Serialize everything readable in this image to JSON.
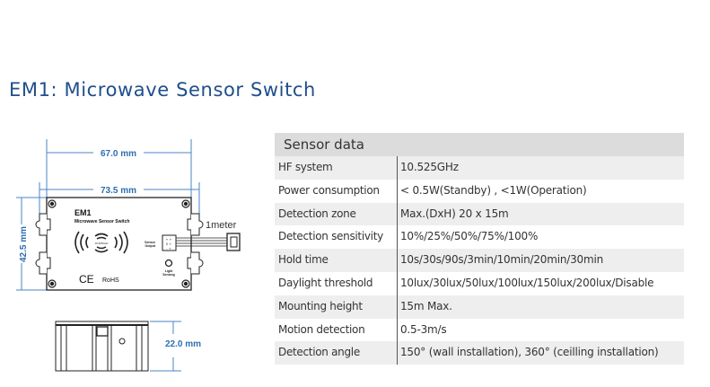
{
  "page": {
    "title": "EM1: Microwave Sensor Switch",
    "title_color": "#1f4e8c"
  },
  "drawing": {
    "dim_width_inner": "67.0 mm",
    "dim_width_outer": "73.5 mm",
    "dim_height": "42.5 mm",
    "dim_depth": "22.0 mm",
    "cable_length": "1meter",
    "device_model": "EM1",
    "device_name": "Microwave Sensor Switch",
    "frequency_label": "10.525GHz",
    "sensor_output_label_1": "Sensor",
    "sensor_output_label_2": "Output",
    "pin_labels": [
      "+ +",
      "S +",
      "- +"
    ],
    "light_sensing_label_1": "Light",
    "light_sensing_label_2": "Sensing",
    "ce_mark": "CE",
    "rohs_mark": "RoHS",
    "dim_color": "#2f6fb0"
  },
  "table": {
    "header": "Sensor data",
    "rows": [
      {
        "label": "HF system",
        "value": "10.525GHz"
      },
      {
        "label": "Power consumption",
        "value": "< 0.5W(Standby) ,  <1W(Operation)"
      },
      {
        "label": "Detection zone",
        "value": "Max.(DxH)  20 x 15m"
      },
      {
        "label": "Detection sensitivity",
        "value": "10%/25%/50%/75%/100%"
      },
      {
        "label": "Hold time",
        "value": "10s/30s/90s/3min/10min/20min/30min"
      },
      {
        "label": "Daylight threshold",
        "value": "10lux/30lux/50lux/100lux/150lux/200lux/Disable"
      },
      {
        "label": "Mounting height",
        "value": "15m Max."
      },
      {
        "label": "Motion detection",
        "value": " 0.5-3m/s"
      },
      {
        "label": "Detection angle",
        "value": "150°  (wall installation),  360°  (ceilling installation)"
      }
    ]
  }
}
